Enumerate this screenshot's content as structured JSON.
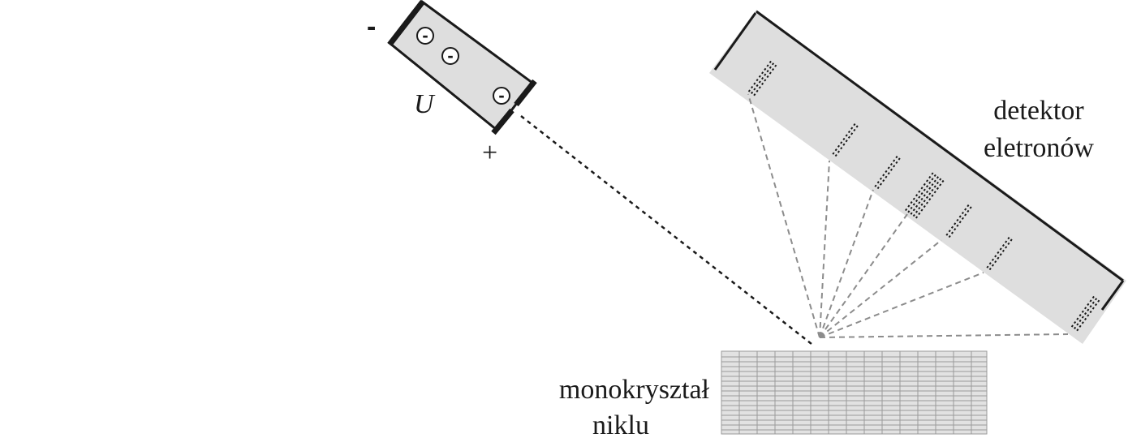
{
  "labels": {
    "minus_sign": "-",
    "plus_sign": "+",
    "voltage": "U",
    "detector_line1": "detektor",
    "detector_line2": "eletronów",
    "crystal_line1": "monokryształ",
    "crystal_line2": "niklu"
  },
  "electron_symbol": "-",
  "colors": {
    "ink": "#1a1a1a",
    "panel_fill": "#dedede",
    "ray": "#8c8c8c",
    "crystal_fill": "#e2e2e2",
    "crystal_grid": "#9a9a9a"
  }
}
